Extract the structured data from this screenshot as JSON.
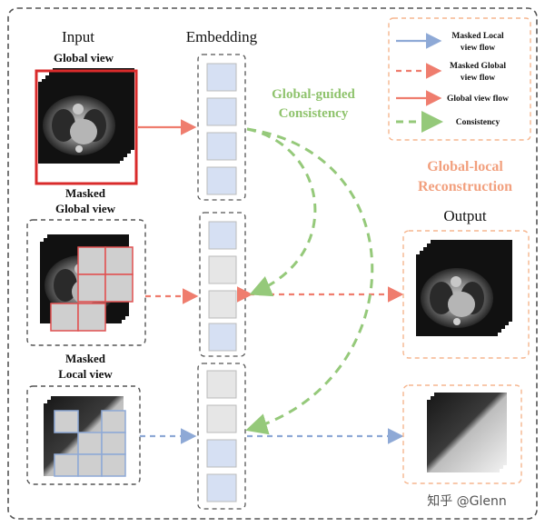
{
  "headers": {
    "input": "Input",
    "embedding": "Embedding",
    "output": "Output"
  },
  "labels": {
    "global_view": "Global view",
    "masked_global_1": "Masked",
    "masked_global_2": "Global view",
    "masked_local_1": "Masked",
    "masked_local_2": "Local view"
  },
  "annotations": {
    "global_guided_1": "Global-guided",
    "global_guided_2": "Consistency",
    "global_local_1": "Global-local",
    "global_local_2": "Reconstruction"
  },
  "legend": [
    {
      "label_1": "Masked Local",
      "label_2": "view flow",
      "style": "blue-solid"
    },
    {
      "label_1": "Masked Global",
      "label_2": "view flow",
      "style": "red-dashed"
    },
    {
      "label_1": "Global view flow",
      "label_2": "",
      "style": "red-solid"
    },
    {
      "label_1": "Consistency",
      "label_2": "",
      "style": "green-dashed"
    }
  ],
  "watermark": "知乎 @Glenn",
  "colors": {
    "blue": "#8ea9d6",
    "red": "#ef7d6e",
    "green": "#95c97a",
    "orange_dash": "#f6b68f",
    "token_blue": "#d6e0f3",
    "token_gray": "#e6e6e6",
    "frame": "#555555"
  }
}
